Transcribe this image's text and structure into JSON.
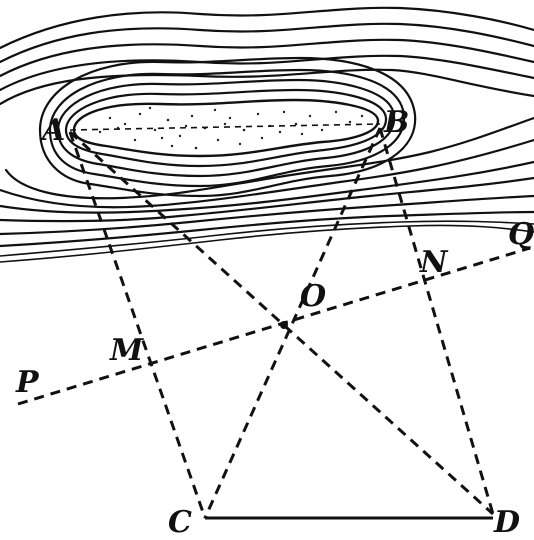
{
  "labels": {
    "A": "A",
    "B": "B",
    "Q": "Q",
    "N": "N",
    "O": "O",
    "M": "M",
    "P": "P",
    "C": "C",
    "D": "D"
  }
}
